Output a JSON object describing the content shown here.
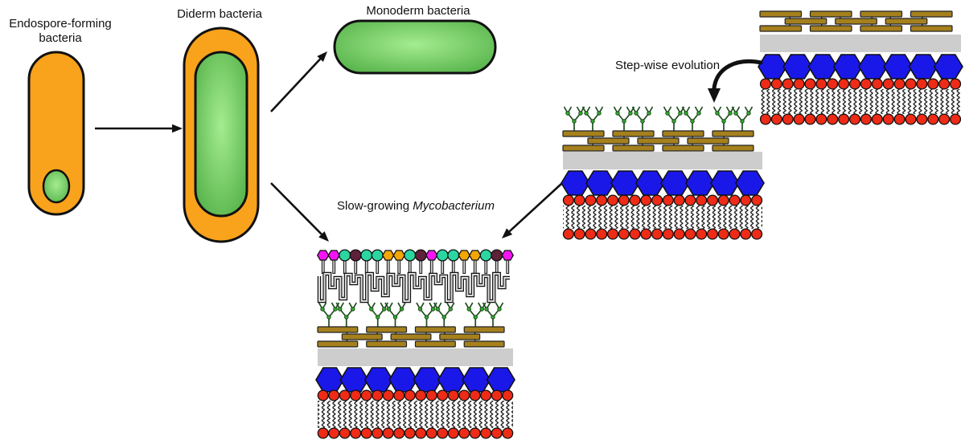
{
  "labels": {
    "endospore": "Endospore-forming bacteria",
    "diderm": "Diderm bacteria",
    "monoderm": "Monoderm bacteria",
    "stepwise": "Step-wise evolution",
    "slow_growing_prefix": "Slow-growing",
    "slow_growing_species": "Mycobacterium"
  },
  "colors": {
    "cell_envelope_orange": "#F9A21B",
    "cytoplasm_green_light": "#A4EC90",
    "cytoplasm_green_dark": "#4AAA3F",
    "outline_black": "#111111",
    "peptidoglycan_brown": "#A5801C",
    "granular_layer_gray": "#CDCDCD",
    "pim_blue": "#1A18E8",
    "lipid_head_red": "#EE2B16",
    "arabinogalactan_green": "#1E4D1E",
    "arabinogalactan_node_green": "#2FA82F",
    "mycolic_acid_gray": "#DBDBDB",
    "stem_gray": "#DDDDDD",
    "head_magenta": "#F513F5",
    "head_teal": "#2BD6A0",
    "head_maroon": "#5E2138",
    "head_amber": "#F2A705",
    "arrow_black": "#111111"
  },
  "myco_outer_heads": [
    "magenta-hexagon",
    "magenta-hexagon",
    "teal-circle",
    "maroon-circle",
    "teal-circle",
    "teal-circle",
    "amber-hexagon",
    "amber-hexagon",
    "teal-circle",
    "maroon-circle",
    "magenta-hexagon",
    "teal-circle",
    "teal-circle",
    "amber-hexagon",
    "amber-hexagon",
    "teal-circle",
    "maroon-circle",
    "magenta-hexagon"
  ],
  "structures": {
    "diderm_envelope_layers": [
      "peptidoglycan-bars",
      "granular-layer",
      "pim-hexagons",
      "phospholipid-heads",
      "acyl-chains",
      "phospholipid-heads"
    ],
    "intermediate_envelope_layers": [
      "arabinogalactan-trees",
      "peptidoglycan-bars",
      "granular-layer",
      "pim-hexagons",
      "phospholipid-heads",
      "acyl-chains",
      "phospholipid-heads"
    ],
    "mycobacterium_envelope_layers": [
      "outer-lipid-heads",
      "mycolic-acids",
      "arabinogalactan-trees",
      "peptidoglycan-bars",
      "granular-layer",
      "pim-hexagons",
      "phospholipid-heads",
      "acyl-chains",
      "phospholipid-heads"
    ]
  }
}
